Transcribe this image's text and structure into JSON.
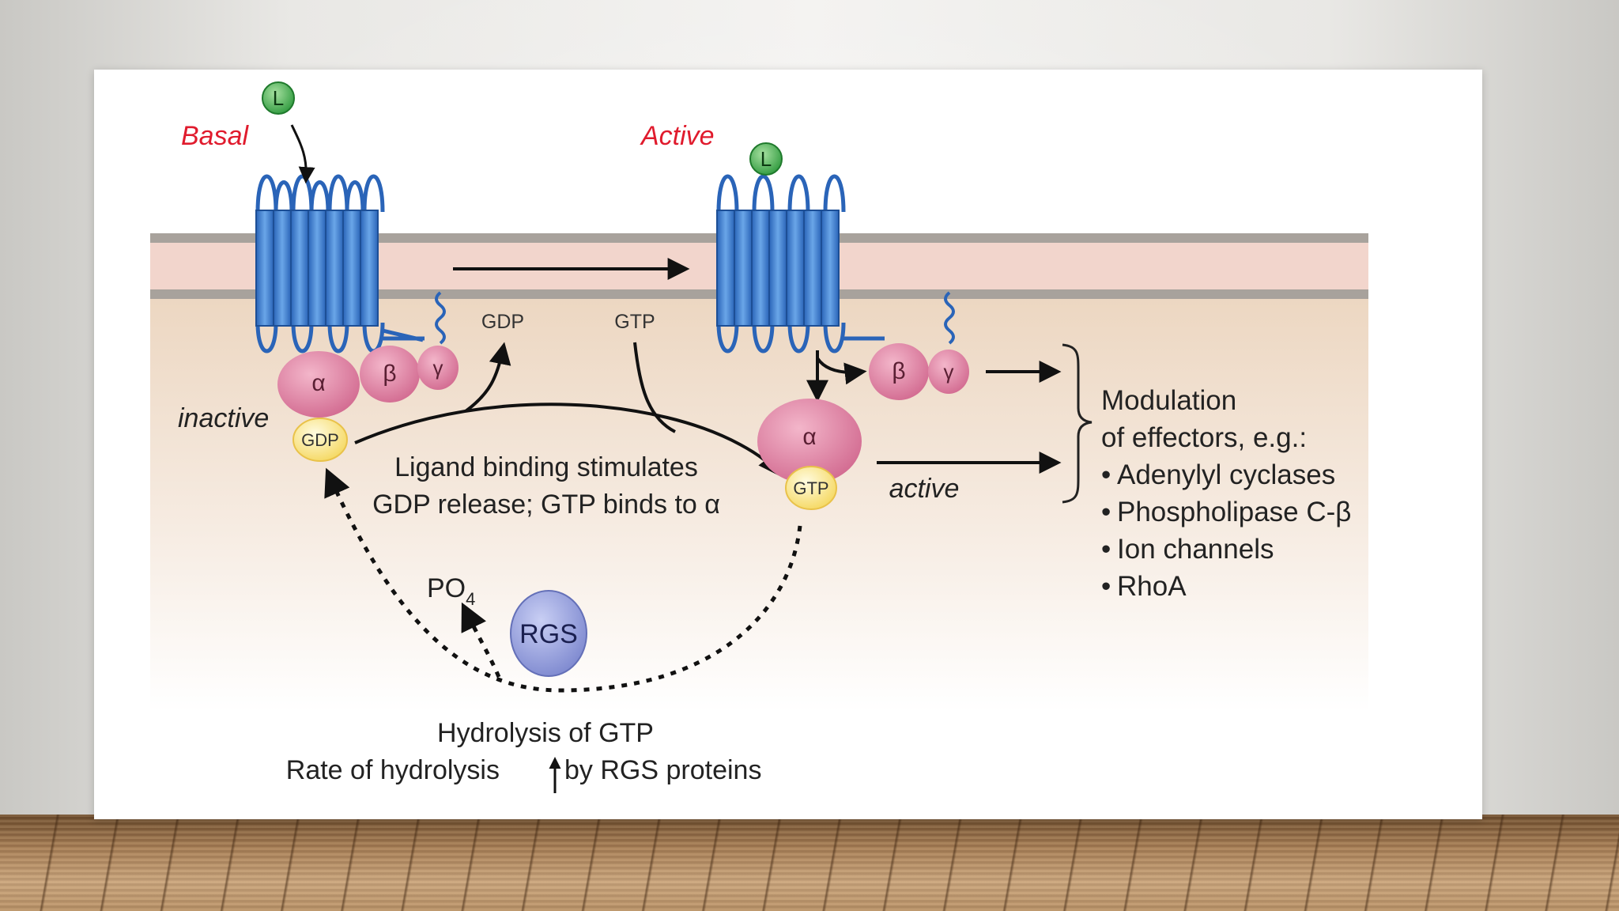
{
  "diagram": {
    "basal_label": "Basal",
    "active_label": "Active",
    "ligand_symbol": "L",
    "alpha": "α",
    "beta": "β",
    "gamma": "γ",
    "gdp": "GDP",
    "gtp": "GTP",
    "inactive_label": "inactive",
    "active_state_label": "active",
    "ligand_text_line1": "Ligand binding stimulates",
    "ligand_text_line2": "GDP release; GTP binds to α",
    "po4_main": "PO",
    "po4_sub": "4",
    "rgs": "RGS",
    "hydrolysis_line1": "Hydrolysis of GTP",
    "hydrolysis_line2a": "Rate of hydrolysis",
    "hydrolysis_line2b": "by RGS proteins",
    "effectors_title_line1": "Modulation",
    "effectors_title_line2": "of effectors, e.g.:",
    "effectors": [
      "Adenylyl cyclases",
      "Phospholipase C-β",
      "Ion channels",
      "RhoA"
    ],
    "bullet": "•"
  },
  "colors": {
    "receptor_blue": "#2f6fc4",
    "receptor_light": "#6aa6e8",
    "subunit_pink": "#d9789a",
    "nucleotide_yellow": "#f7e27a",
    "ligand_green": "#3ca34a",
    "rgs_purple": "#8a95d6",
    "state_red": "#e01b2d",
    "membrane_gray": "#a8a29c",
    "membrane_pink": "#f2d5cc"
  }
}
